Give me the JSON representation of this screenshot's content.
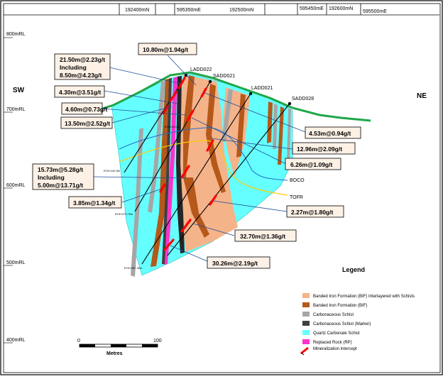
{
  "top_axis_labels": [
    "192400mN",
    "595350mE",
    "192500mN",
    "595450mE",
    "192600mN",
    "595500mE"
  ],
  "rl_labels": [
    "800mRL",
    "700mRL",
    "600mRL",
    "500mRL",
    "400mRL"
  ],
  "direction": {
    "left": "SW",
    "right": "NE"
  },
  "drillholes": [
    "LADD022",
    "SADD021",
    "LADD021",
    "SADD028"
  ],
  "eoh_labels": [
    "EOH:10.0m",
    "EOH:140.5m",
    "EOH:270.75m",
    "EOH:287.40m"
  ],
  "contacts": [
    "BOCO",
    "TOFR"
  ],
  "intercepts": [
    {
      "id": "i1",
      "line1": "10.80m@1.94g/t"
    },
    {
      "id": "i2",
      "line1": "21.50m@2.23g/t",
      "line2": "Including",
      "line3": "8.50m@4.23g/t"
    },
    {
      "id": "i3",
      "line1": "4.30m@3.51g/t"
    },
    {
      "id": "i4",
      "line1": "4.60m@0.73g/t"
    },
    {
      "id": "i5",
      "line1": "13.50m@2.52g/t"
    },
    {
      "id": "i6",
      "line1": "4.53m@0.94g/t"
    },
    {
      "id": "i7",
      "line1": "12.96m@2.09g/t"
    },
    {
      "id": "i8",
      "line1": "6.26m@1.09g/t"
    },
    {
      "id": "i9",
      "line1": "15.73m@5.28g/t",
      "line2": "Including",
      "line3": "5.00m@13.71g/t"
    },
    {
      "id": "i10",
      "line1": "3.85m@1.34g/t"
    },
    {
      "id": "i11",
      "line1": "2.27m@1.80g/t"
    },
    {
      "id": "i12",
      "line1": "32.70m@1.36g/t"
    },
    {
      "id": "i13",
      "line1": "30.26m@2.19g/t"
    }
  ],
  "legend": {
    "title": "Legend",
    "items": [
      {
        "label": "Banded Iron Formation (BIF) Interlayered with Schists",
        "color": "#f5b38a"
      },
      {
        "label": "Banded Iron Formation (BIF)",
        "color": "#b5581a"
      },
      {
        "label": "Carbonaceous Schist",
        "color": "#a6a6a6"
      },
      {
        "label": "Carbonaceous Schist (Marker)",
        "color": "#404040"
      },
      {
        "label": "Quartz Carbonate Schist",
        "color": "#66ffff"
      },
      {
        "label": "Replaced Rock (RP)",
        "color": "#ff33cc"
      },
      {
        "label": "Mineralization intercept",
        "color": "#ff0000"
      }
    ]
  },
  "scale_bar": {
    "start": "0",
    "end": "100",
    "unit": "Metres"
  }
}
